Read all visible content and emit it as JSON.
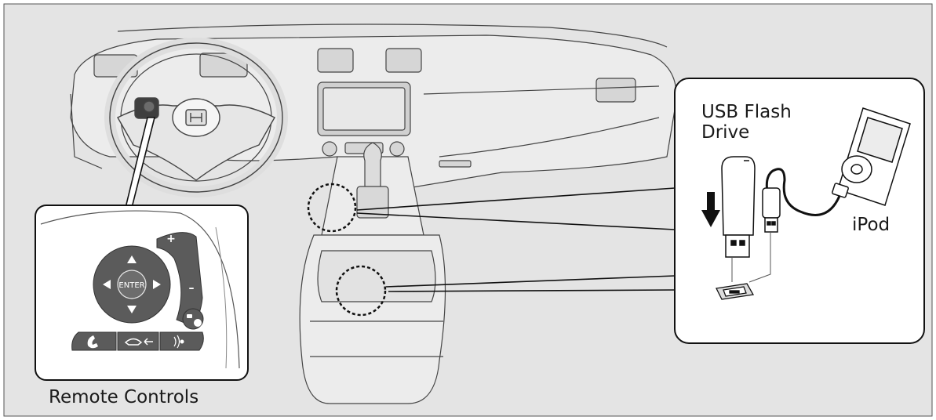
{
  "labels": {
    "remote_controls": "Remote Controls",
    "usb_flash_drive": "USB Flash\nDrive",
    "ipod": "iPod"
  },
  "controls": {
    "enter": "ENTER",
    "volume_up": "+",
    "volume_down": "–"
  },
  "colors": {
    "background": "#e4e4e4",
    "panel": "#ffffff",
    "line": "#1a1a1a",
    "button": "#5b5b5b",
    "dashboard": "#cfcfcf"
  }
}
